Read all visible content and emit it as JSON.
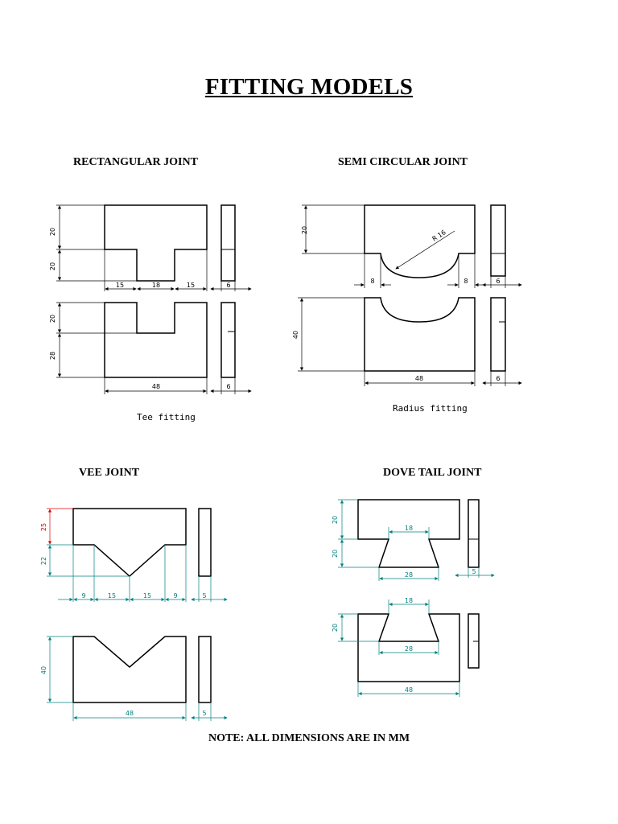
{
  "page": {
    "title": "FITTING MODELS",
    "note": "NOTE: ALL DIMENSIONS ARE IN MM"
  },
  "rectangular": {
    "heading": "RECTANGULAR JOINT",
    "caption": "Tee fitting",
    "dims": {
      "top_height": "20",
      "stem_height": "20",
      "left_step": "15",
      "slot": "18",
      "right_step": "15",
      "thickness": "6",
      "bottom_upper": "20",
      "bottom_lower": "28",
      "bottom_width": "48",
      "bottom_thickness": "6"
    }
  },
  "semicircular": {
    "heading": "SEMI CIRCULAR JOINT",
    "caption": "Radius fitting",
    "dims": {
      "top_height": "20",
      "radius": "R 16",
      "left_step": "8",
      "right_step": "8",
      "thickness": "6",
      "bottom_height": "40",
      "bottom_width": "48",
      "bottom_thickness": "6"
    }
  },
  "vee": {
    "heading": "VEE JOINT",
    "dims": {
      "top_height": "25",
      "vee_depth": "22",
      "seg1": "9",
      "seg2": "15",
      "seg3": "15",
      "seg4": "9",
      "thickness": "5",
      "bottom_height": "40",
      "bottom_width": "48",
      "bottom_thickness": "5"
    }
  },
  "dovetail": {
    "heading": "DOVE TAIL JOINT",
    "dims": {
      "top_height": "20",
      "tail_height": "20",
      "tail_top": "18",
      "tail_bottom": "28",
      "thickness": "5",
      "bottom_height": "20",
      "bottom_top": "18",
      "bottom_bottom": "28",
      "bottom_width": "48"
    }
  },
  "colors": {
    "dim_teal": "#008080",
    "dim_red": "#e00000",
    "line": "#000000"
  }
}
